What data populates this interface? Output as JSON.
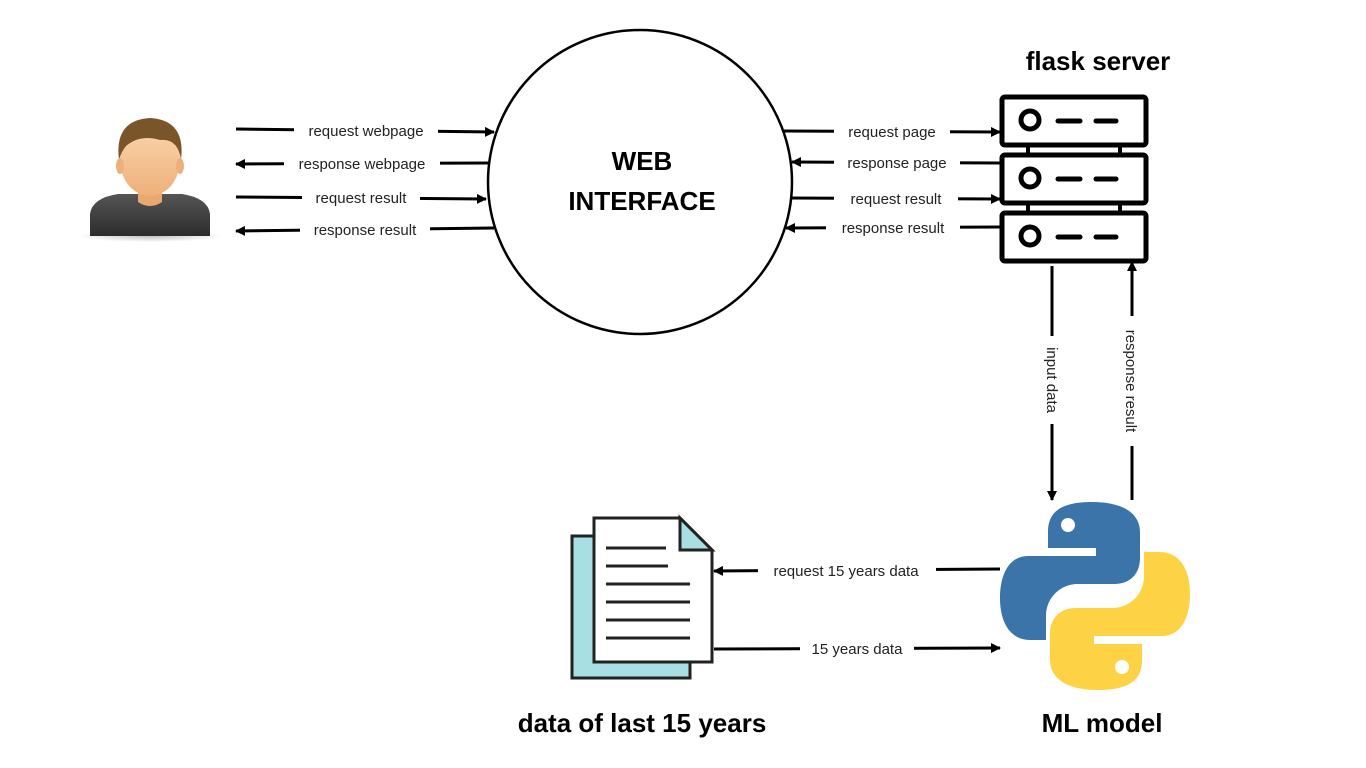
{
  "nodes": {
    "web_interface": {
      "line1": "WEB",
      "line2": "INTERFACE"
    },
    "server": {
      "title": "flask server"
    },
    "model": {
      "title": "ML model"
    },
    "dataset": {
      "title": "data of last 15 years"
    }
  },
  "flows": {
    "user_to_web": {
      "request_webpage": "request webpage",
      "response_webpage": "response webpage",
      "request_result": "request result",
      "response_result": "response result"
    },
    "web_to_server": {
      "request_page": "request page",
      "response_page": "response page",
      "request_result": "request result",
      "response_result": "response result"
    },
    "server_to_model": {
      "input_data": "input data",
      "response_result": "response result"
    },
    "model_to_data": {
      "request_15_years": "request 15 years data",
      "data_15_years": "15 years data"
    }
  },
  "colors": {
    "python_blue": "#3a74a9",
    "python_yellow": "#fdd345",
    "doc_back": "#a8dfe3",
    "person_skin": "#f5c596",
    "person_hair": "#7a5529",
    "person_shirt": "#3b3b3b"
  },
  "icons": [
    "user-icon",
    "server-icon",
    "document-icon",
    "python-icon"
  ]
}
